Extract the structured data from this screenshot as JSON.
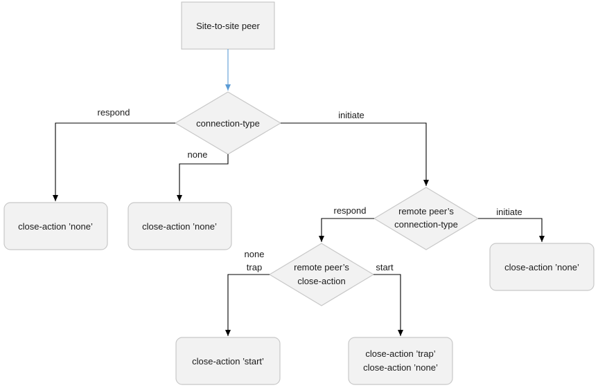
{
  "nodes": {
    "start": {
      "label": "Site-to-site peer"
    },
    "connection_type": {
      "label": "connection-type"
    },
    "respond_result": {
      "label": "close-action ’none’"
    },
    "none_result": {
      "label": "close-action ’none’"
    },
    "remote_connection_type": {
      "line1": "remote peer’s",
      "line2": "connection-type"
    },
    "initiate_result": {
      "label": "close-action ’none’"
    },
    "remote_close_action": {
      "line1": "remote peer’s",
      "line2": "close-action"
    },
    "start_result": {
      "label": "close-action ’start’"
    },
    "trap_none_result": {
      "line1": "close-action ’trap’",
      "line2": "close-action ’none’"
    }
  },
  "edges": {
    "respond": "respond",
    "none": "none",
    "initiate": "initiate",
    "remote_respond": "respond",
    "remote_initiate": "initiate",
    "none_trap_1": "none",
    "none_trap_2": "trap",
    "start": "start"
  },
  "colors": {
    "box_fill": "#f2f2f2",
    "box_border": "#bfbfbf",
    "start_arrow": "#5b9bd5",
    "edge": "#000000"
  }
}
